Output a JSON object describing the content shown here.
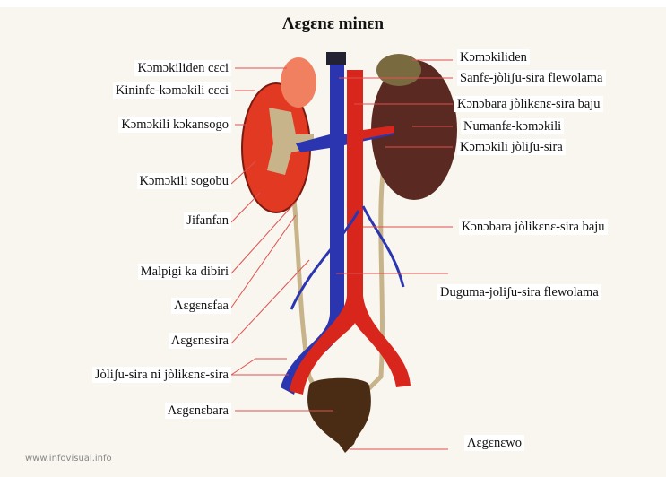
{
  "title": "Ʌɛgɛnɛ minɛn",
  "left_labels": [
    "Kɔmɔkiliden cɛci",
    "Kininfɛ-kɔmɔkili cɛci",
    "Kɔmɔkili kɔkansogo",
    "Kɔmɔkili sogobu",
    "Jifanfan",
    "Malpigi ka dibiri",
    "Ʌɛgɛnɛfaa",
    "Ʌɛgɛnɛsira",
    "Jòliʃu-sira ni jòlikɛnɛ-sira",
    "Ʌɛgɛnɛbara"
  ],
  "right_labels": [
    "Kɔmɔkiliden",
    "Sanfɛ-jòliʃu-sira flewolama",
    "Kɔnɔbara jòlikɛnɛ-sira baju",
    "Numanfɛ-kɔmɔkili",
    "Kɔmɔkili jòliʃu-sira",
    "Kɔnɔbara jòlikɛnɛ-sira baju",
    "Duguma-joliʃu-sira flewolama",
    "Ʌɛgɛnɛwo"
  ],
  "watermark": "www.infovisual.info",
  "colors": {
    "artery": "#d9261c",
    "vein": "#2b35b0",
    "kidney_right": "#e23a22",
    "kidney_left": "#5a2a22",
    "adrenal_right": "#f08060",
    "adrenal_left": "#7a6a40",
    "bladder": "#4a2c14",
    "ureter": "#c8b48a",
    "leader": "#e05050"
  }
}
